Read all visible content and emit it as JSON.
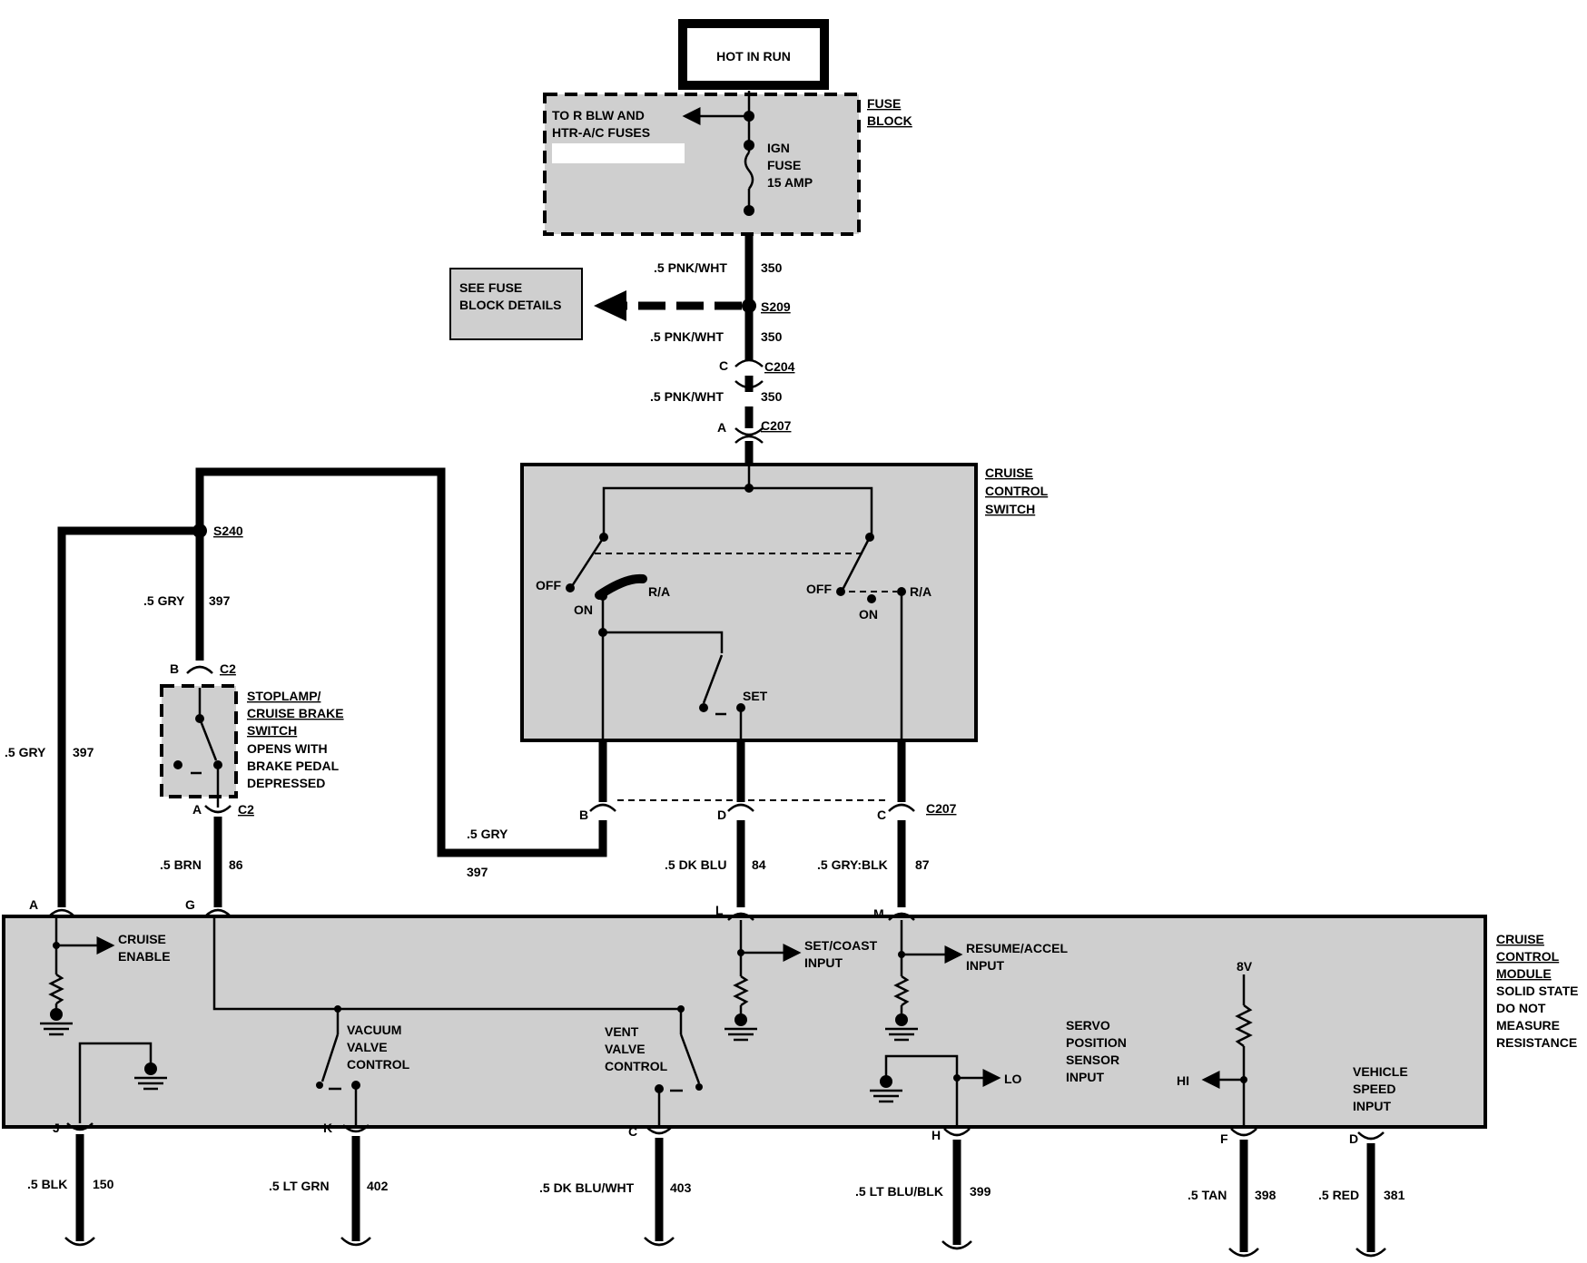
{
  "hot_in_run": "HOT IN RUN",
  "fuse_block": {
    "title_1": "FUSE",
    "title_2": "BLOCK",
    "to_fuses_1": "TO R BLW AND",
    "to_fuses_2": "HTR-A/C FUSES",
    "fuse_1": "IGN",
    "fuse_2": "FUSE",
    "fuse_3": "15 AMP"
  },
  "see_fuse": {
    "line_1": "SEE FUSE",
    "line_2": "BLOCK DETAILS"
  },
  "connectors": {
    "s209": "S209",
    "c204": "C204",
    "c207": "C207",
    "s240": "S240",
    "c2": "C2",
    "pin_c": "C",
    "pin_a": "A",
    "pin_b": "B",
    "pin_d": "D"
  },
  "wires": {
    "pnk_wht": ".5 PNK/WHT",
    "n350": "350",
    "gry": ".5 GRY",
    "n397": "397",
    "brn": ".5 BRN",
    "n86": "86",
    "dk_blu": ".5 DK BLU",
    "n84": "84",
    "gry_blk": ".5 GRY:BLK",
    "n87": "87",
    "blk": ".5 BLK",
    "n150": "150",
    "lt_grn": ".5  LT GRN",
    "n402": "402",
    "dk_blu_wht": ".5 DK BLU/WHT",
    "n403": "403",
    "lt_blu_blk": ".5 LT BLU/BLK",
    "n399": "399",
    "tan": ".5 TAN",
    "n398": "398",
    "red": ".5 RED",
    "n381": "381"
  },
  "cruise_switch": {
    "title_1": "CRUISE",
    "title_2": "CONTROL",
    "title_3": "SWITCH",
    "off": "OFF",
    "on": "ON",
    "ra": "R/A",
    "set": "SET"
  },
  "brake_switch": {
    "line_1": "STOPLAMP/",
    "line_2": "CRUISE BRAKE",
    "line_3": "SWITCH",
    "line_4": "OPENS WITH",
    "line_5": "BRAKE PEDAL",
    "line_6": "DEPRESSED"
  },
  "module": {
    "title_1": "CRUISE",
    "title_2": "CONTROL",
    "title_3": "MODULE",
    "note_1": "SOLID STATE",
    "note_2": "DO NOT",
    "note_3": "MEASURE",
    "note_4": "RESISTANCE",
    "cruise_enable_1": "CRUISE",
    "cruise_enable_2": "ENABLE",
    "set_coast_1": "SET/COAST",
    "set_coast_2": "INPUT",
    "resume_1": "RESUME/ACCEL",
    "resume_2": "INPUT",
    "vacuum_1": "VACUUM",
    "vacuum_2": "VALVE",
    "vacuum_3": "CONTROL",
    "vent_1": "VENT",
    "vent_2": "VALVE",
    "vent_3": "CONTROL",
    "servo_1": "SERVO",
    "servo_2": "POSITION",
    "servo_3": "SENSOR",
    "servo_4": "INPUT",
    "vss_1": "VEHICLE",
    "vss_2": "SPEED",
    "vss_3": "INPUT",
    "lo": "LO",
    "hi": "HI",
    "v8": "8V",
    "pins": {
      "a": "A",
      "g": "G",
      "l": "L",
      "m": "M",
      "j": "J",
      "k": "K",
      "c": "C",
      "h": "H",
      "f": "F",
      "d": "D"
    }
  }
}
